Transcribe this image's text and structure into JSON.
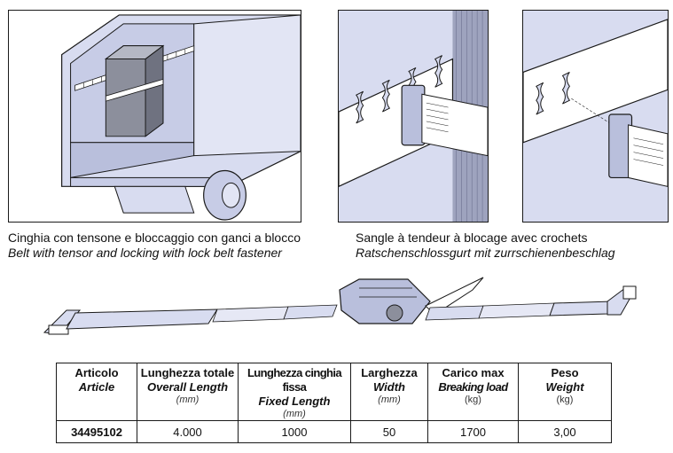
{
  "captions": {
    "left": {
      "line1": "Cinghia con tensone e bloccaggio con ganci a blocco",
      "line2": "Belt with tensor and locking with lock belt fastener"
    },
    "right": {
      "line1": "Sangle à tendeur à blocage avec crochets",
      "line2": "Ratschenschlossgurt mit zurrschienenbeschlag"
    }
  },
  "table": {
    "columns": [
      {
        "it": "Articolo",
        "en": "Article",
        "unit": ""
      },
      {
        "it": "Lunghezza totale",
        "en": "Overall Length",
        "unit": "(mm)"
      },
      {
        "it": "Lunghezza cinghia fissa",
        "en": "Fixed Length",
        "unit": "(mm)"
      },
      {
        "it": "Larghezza",
        "en": "Width",
        "unit": "(mm)"
      },
      {
        "it": "Carico max",
        "en": "Breaking load",
        "unit": "(kg)"
      },
      {
        "it": "Peso",
        "en": "Weight",
        "unit": "(kg)"
      }
    ],
    "rows": [
      [
        "34495102",
        "4.000",
        "1000",
        "50",
        "1700",
        "3,00"
      ]
    ]
  },
  "colors": {
    "illustration_fill": "#d8dcf0",
    "line": "#1a1a1a"
  }
}
